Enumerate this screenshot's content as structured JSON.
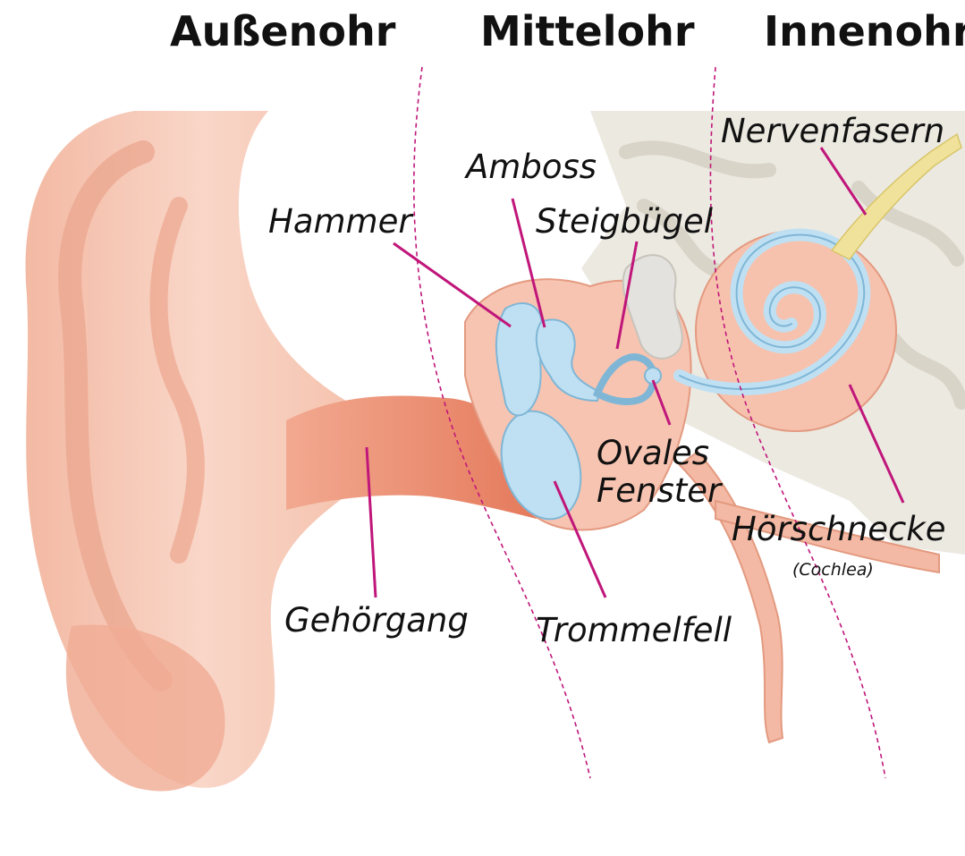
{
  "headers": {
    "outer": "Außenohr",
    "middle": "Mittelohr",
    "inner": "Innenohr"
  },
  "labels": {
    "nerve_fibers": "Nervenfasern",
    "anvil": "Amboss",
    "hammer": "Hammer",
    "stirrup": "Steigbügel",
    "oval_window_line1": "Ovales",
    "oval_window_line2": "Fenster",
    "cochlea": "Hörschnecke",
    "cochlea_latin": "(Cochlea)",
    "ear_canal": "Gehörgang",
    "eardrum": "Trommelfell"
  },
  "colors": {
    "skin": "#f6c9b8",
    "skin_dark": "#ec9b80",
    "canal": "#e98769",
    "ossicles": "#bfe0f2",
    "ossicle_outline": "#7fb6d6",
    "bone": "#ece9e1",
    "leader_line": "#c0167a",
    "divider_line": "#c0167a",
    "nerve": "#f0e29a"
  }
}
